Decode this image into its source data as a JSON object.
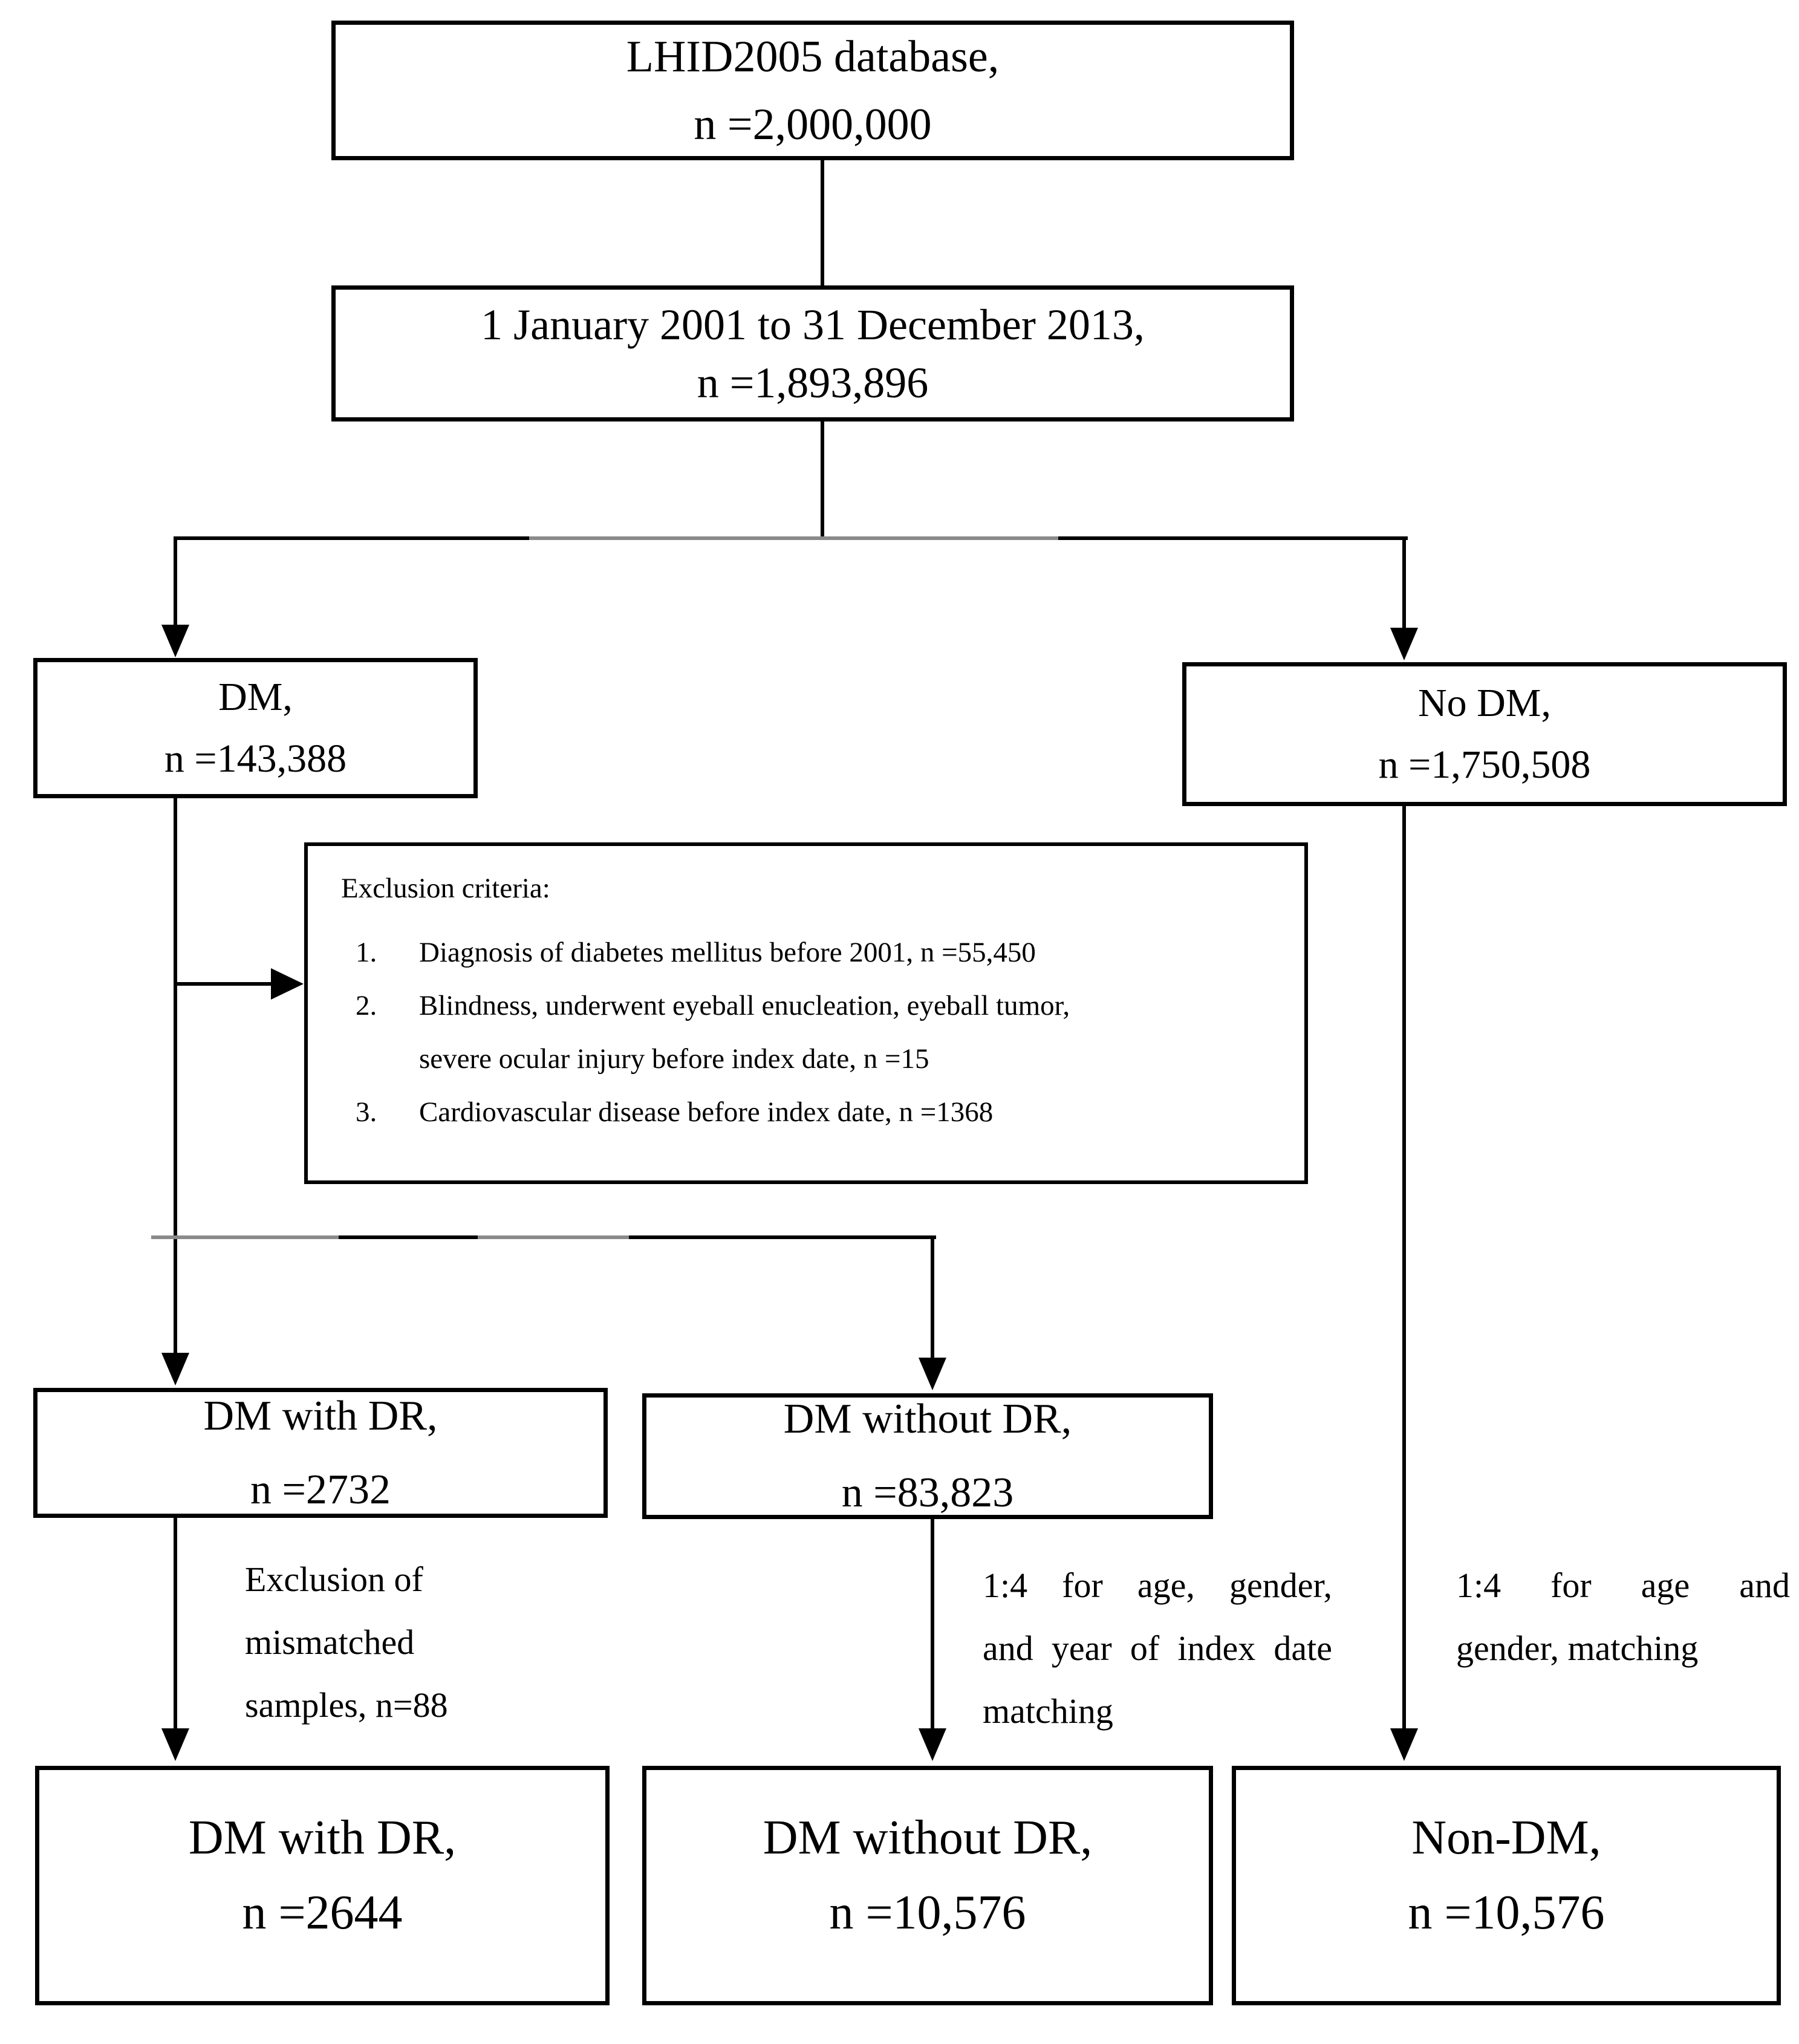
{
  "flowchart": {
    "boxes": {
      "database": {
        "line1": "LHID2005 database,",
        "line2": "n =2,000,000"
      },
      "period": {
        "line1": "1 January 2001 to 31 December 2013,",
        "line2": "n =1,893,896"
      },
      "dm": {
        "line1": "DM,",
        "line2": "n =143,388"
      },
      "no_dm": {
        "line1": "No DM,",
        "line2": "n =1,750,508"
      },
      "exclusion": {
        "title": "Exclusion criteria:",
        "items": [
          {
            "num": "1.",
            "lines": [
              "Diagnosis of diabetes mellitus before 2001, n =55,450"
            ]
          },
          {
            "num": "2.",
            "lines": [
              "Blindness, underwent eyeball enucleation, eyeball tumor,",
              "severe ocular injury before index date, n =15"
            ]
          },
          {
            "num": "3.",
            "lines": [
              "Cardiovascular disease before index date, n =1368"
            ]
          }
        ]
      },
      "dm_with_dr_initial": {
        "line1": "DM with DR,",
        "line2": "n =2732"
      },
      "dm_without_dr_initial": {
        "line1": "DM without DR,",
        "line2": "n =83,823"
      },
      "dm_with_dr_final": {
        "line1": "DM with DR,",
        "line2": "n =2644"
      },
      "dm_without_dr_final": {
        "line1": "DM without DR,",
        "line2": "n =10,576"
      },
      "non_dm_final": {
        "line1": "Non-DM,",
        "line2": "n =10,576"
      }
    },
    "labels": {
      "mismatch": {
        "line1": "Exclusion of",
        "line2": "mismatched",
        "line3": "samples, n=88"
      },
      "matching_dm": {
        "line1": "1:4 for age, gender,",
        "line2": "and year of index date",
        "line3": "matching"
      },
      "matching_non_dm": {
        "line1": "1:4 for age and",
        "line2": "gender, matching"
      }
    },
    "colors": {
      "line": "#000000",
      "line_gray": "#8a8a8a",
      "border": "#000000",
      "text": "#000000",
      "background": "#ffffff"
    }
  }
}
